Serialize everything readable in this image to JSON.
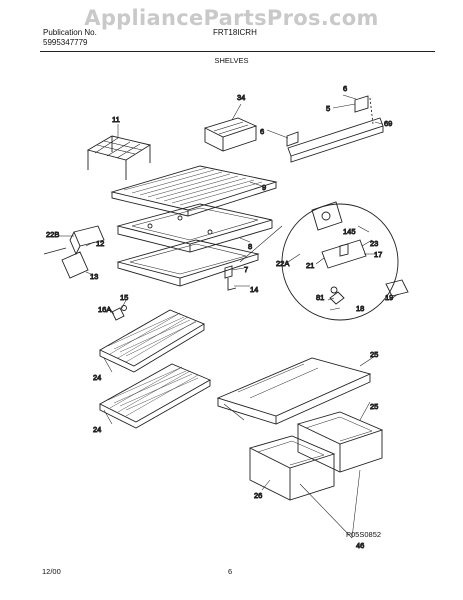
{
  "header": {
    "watermark": "AppliancePartsPros.com",
    "publication_label": "Publication No.",
    "publication_number": "5995347779",
    "model": "FRT18ICRH",
    "section_title": "SHELVES"
  },
  "callouts": {
    "c5": "5",
    "c6a": "6",
    "c6b": "6",
    "c69": "69",
    "c11": "11",
    "c34": "34",
    "c9": "9",
    "c8": "8",
    "c7": "7",
    "c14": "14",
    "c22B": "22B",
    "c12": "12",
    "c13": "13",
    "c15": "15",
    "c16A": "16A",
    "c22A": "22A",
    "c145": "145",
    "c23": "23",
    "c21": "21",
    "c17": "17",
    "c19": "19",
    "c81": "81",
    "c18": "18",
    "c24a": "24",
    "c24b": "24",
    "c25a": "25",
    "c25b": "25",
    "c26": "26",
    "c46": "46"
  },
  "footer": {
    "date": "12/00",
    "page": "6",
    "figure_code": "P05S0852"
  }
}
